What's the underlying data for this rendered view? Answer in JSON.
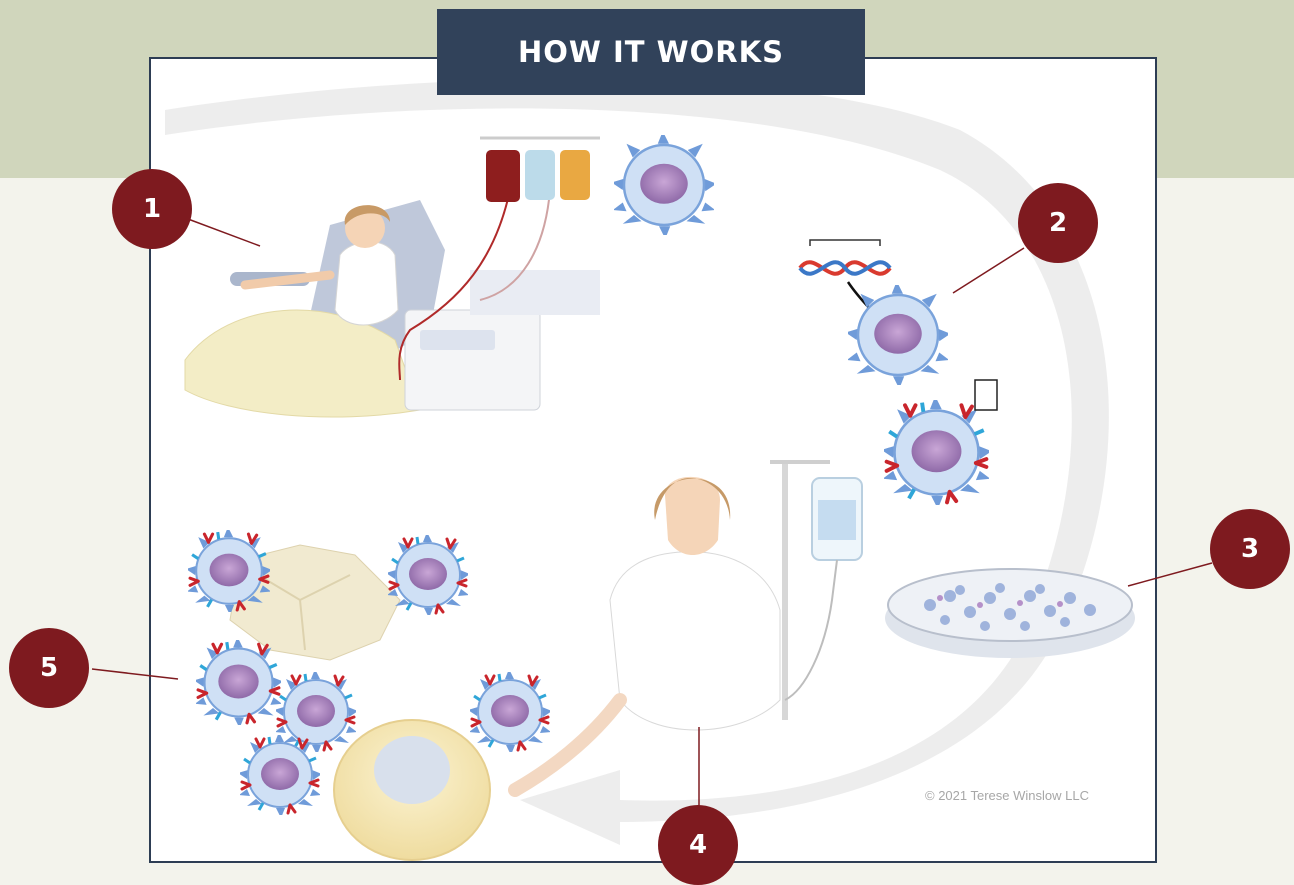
{
  "header": {
    "title": "HOW IT WORKS"
  },
  "steps": [
    {
      "number": "1"
    },
    {
      "number": "2"
    },
    {
      "number": "3"
    },
    {
      "number": "4"
    },
    {
      "number": "5"
    }
  ],
  "footer": {
    "copyright": "© 2021 Terese Winslow LLC"
  },
  "colors": {
    "band": "#d0d6bc",
    "frame": "#2d3d54",
    "title_bg": "#31425a",
    "badge": "#7e1a1f",
    "background": "#f3f3ec"
  }
}
